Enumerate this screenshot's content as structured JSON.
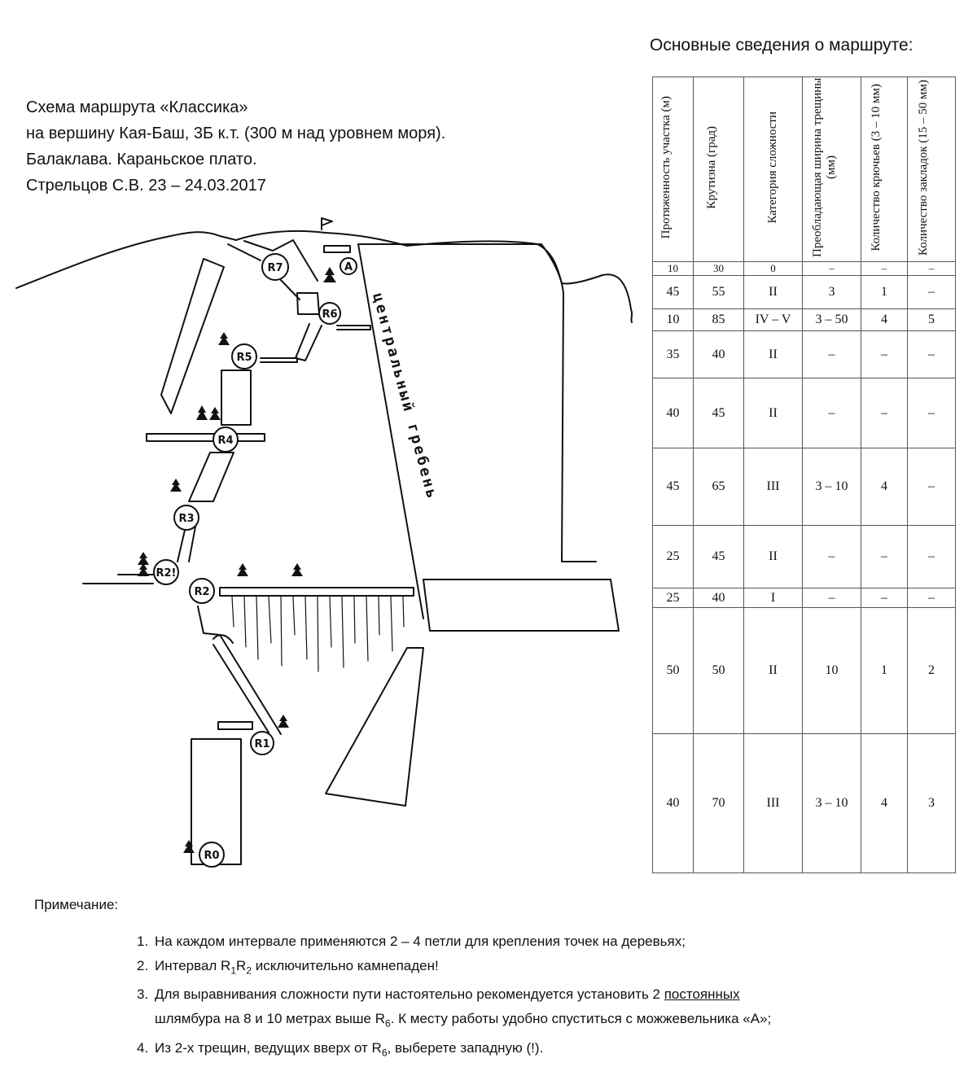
{
  "title": {
    "line1": "Схема маршрута «Классика»",
    "line2": "на вершину Кая-Баш, 3Б к.т. (300 м над уровнем моря).",
    "line3": "Балаклава. Караньское плато.",
    "line4": "Стрельцов С.В. 23 – 24.03.2017"
  },
  "diagram": {
    "ridge_label": "центральный гребень",
    "points": {
      "r0": "R0",
      "r1": "R1",
      "r2": "R2",
      "r2p": "R2!",
      "r3": "R3",
      "r4": "R4",
      "r5": "R5",
      "r6": "R6",
      "r7": "R7",
      "a": "A"
    }
  },
  "table": {
    "heading": "Основные сведения о маршруте:",
    "headers": [
      "Протяженность участка (м)",
      "Крутизна (град)",
      "Категория сложности",
      "Преобладающая ширина трещины (мм)",
      "Количество крючьев (3 – 10 мм)",
      "Количество закладок (15 – 50 мм)"
    ],
    "rows": [
      [
        "10",
        "30",
        "0",
        "–",
        "–",
        "–"
      ],
      [
        "45",
        "55",
        "II",
        "3",
        "1",
        "–"
      ],
      [
        "10",
        "85",
        "IV – V",
        "3 – 50",
        "4",
        "5"
      ],
      [
        "35",
        "40",
        "II",
        "–",
        "–",
        "–"
      ],
      [
        "40",
        "45",
        "II",
        "–",
        "–",
        "–"
      ],
      [
        "45",
        "65",
        "III",
        "3 – 10",
        "4",
        "–"
      ],
      [
        "25",
        "45",
        "II",
        "–",
        "–",
        "–"
      ],
      [
        "25",
        "40",
        "I",
        "–",
        "–",
        "–"
      ],
      [
        "50",
        "50",
        "II",
        "10",
        "1",
        "2"
      ],
      [
        "40",
        "70",
        "III",
        "3 – 10",
        "4",
        "3"
      ]
    ]
  },
  "notes": {
    "title": "Примечание:",
    "items": [
      {
        "num": "1.",
        "text": "На каждом интервале применяются 2 – 4 петли для крепления точек на деревьях;"
      },
      {
        "num": "2.",
        "pre": "Интервал R",
        "s1": "1",
        "mid": "R",
        "s2": "2",
        "post": " исключительно камнепаден!"
      },
      {
        "num": "3.",
        "pre": "Для выравнивания сложности пути настоятельно рекомендуется установить 2 ",
        "under": "постоянных",
        "line2a": "шлямбура на 8 и 10 метрах выше R",
        "s1": "6",
        "line2b": ". К месту работы удобно спуститься с можжевельника «А»;"
      },
      {
        "num": "4.",
        "pre": "Из 2-х трещин, ведущих вверх от R",
        "s1": "6",
        "post": ", выберете западную (!)."
      }
    ]
  }
}
